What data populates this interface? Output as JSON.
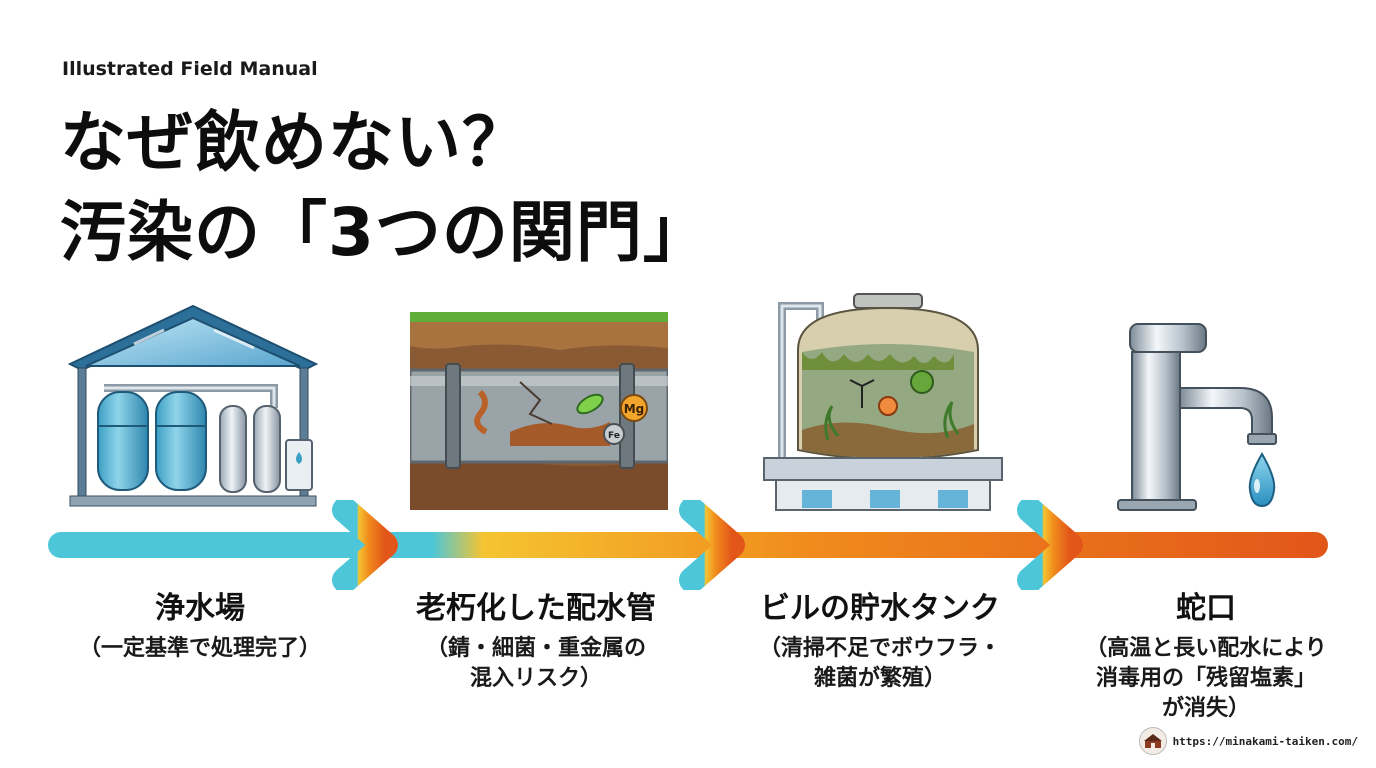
{
  "header": {
    "eyebrow": "Illustrated Field Manual",
    "title_line1": "なぜ飲めない？",
    "title_line2": "汚染の「3つの関門」"
  },
  "stages": [
    {
      "name": "浄水場",
      "description": "（一定基準で処理完了）"
    },
    {
      "name": "老朽化した配水管",
      "description": "（錆・細菌・重金属の\n混入リスク）"
    },
    {
      "name": "ビルの貯水タンク",
      "description": "（清掃不足でボウフラ・\n雑菌が繁殖）"
    },
    {
      "name": "蛇口",
      "description": "（高温と長い配水により\n消毒用の「残留塩素」\nが消失）"
    }
  ],
  "pipe_labels": {
    "mg": "Mg",
    "fe": "Fe"
  },
  "arrow_colors": [
    "#4cc6d8",
    "#f5c431",
    "#f08a1c",
    "#e2561a"
  ],
  "footer": {
    "url": "https://minakami-taiken.com/"
  }
}
